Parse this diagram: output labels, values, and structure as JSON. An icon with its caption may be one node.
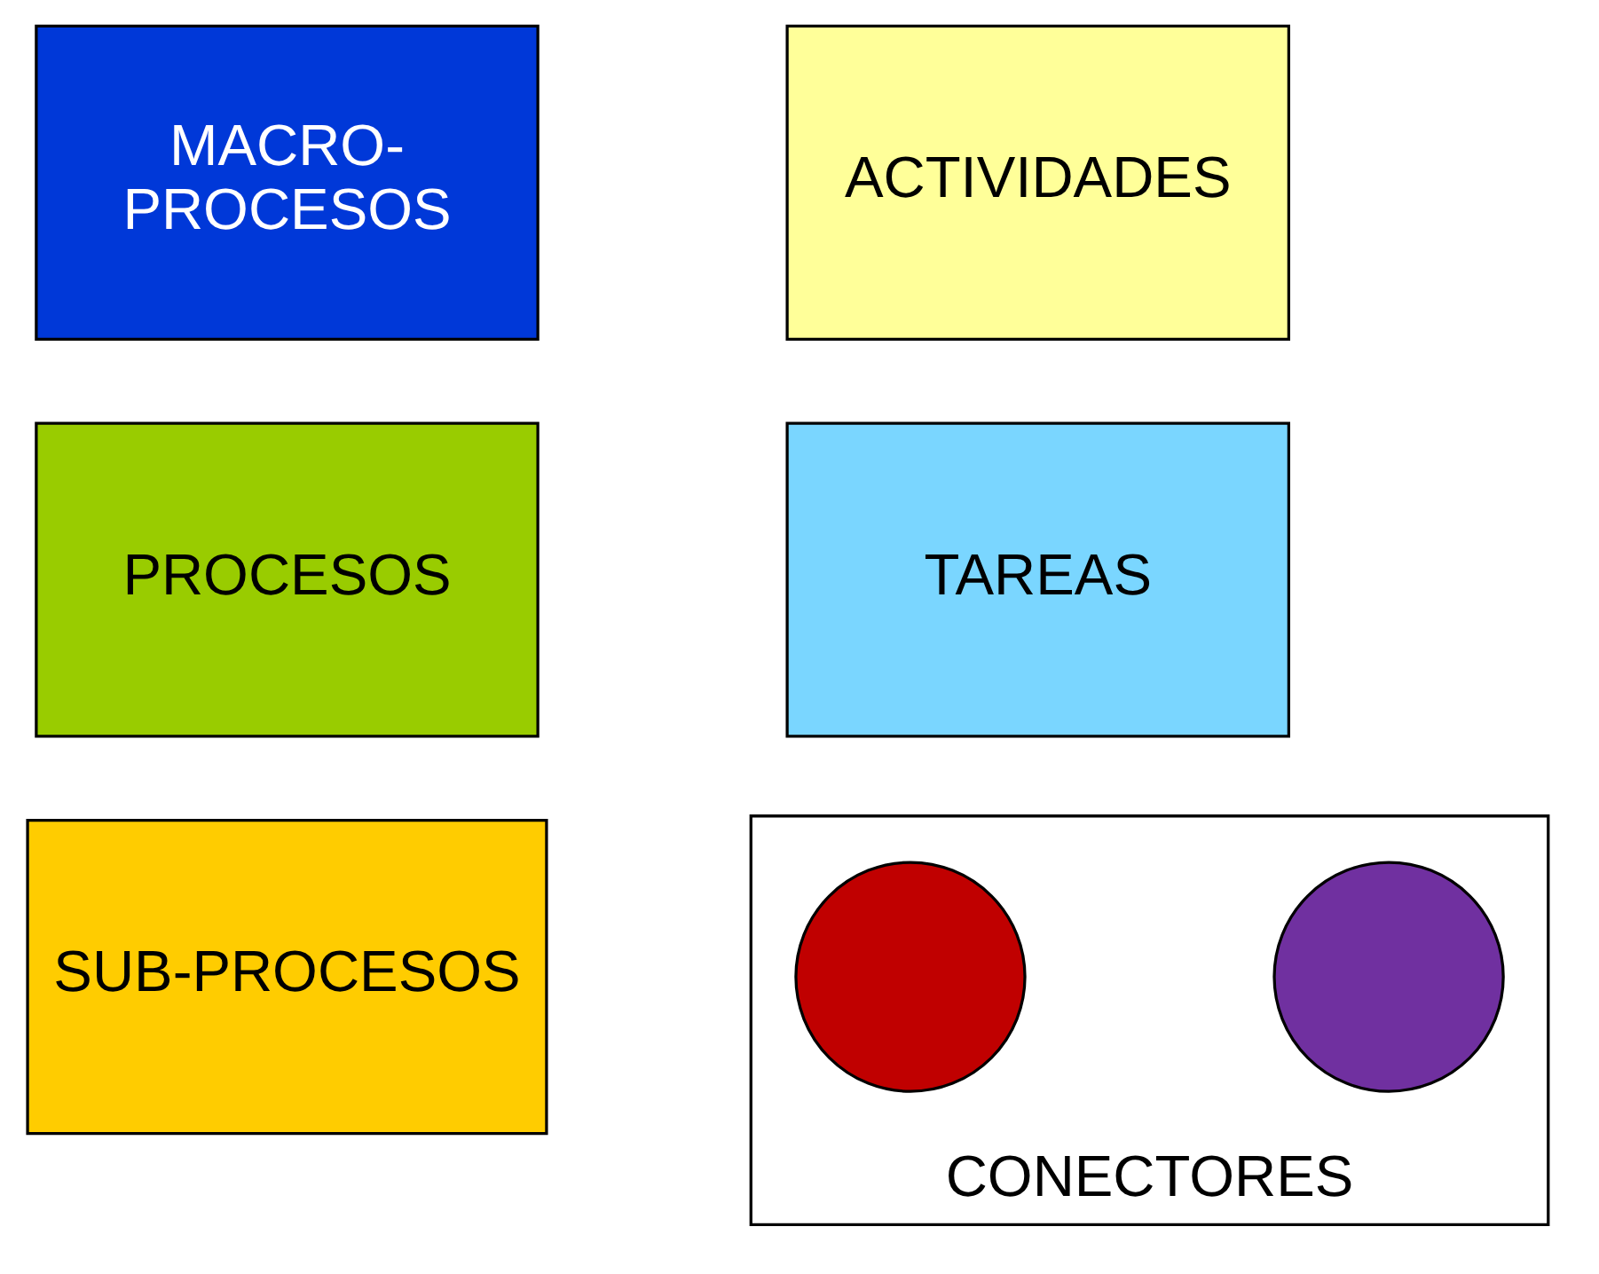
{
  "diagram": {
    "nodes": [
      {
        "text": [
          "MACRO- PROCESOS"
        ]
      },
      {
        "text": [
          "ACTIVIDADES"
        ]
      },
      {
        "text": [
          "PROCESOS"
        ]
      },
      {
        "text": [
          "TAREAS"
        ]
      },
      {
        "text": [
          "SUB-PROCESOS"
        ]
      },
      {
        "text": [
          "CONECTORES"
        ]
      },
      {
        "text": [],
        "shape": "circle",
        "in": 5
      },
      {
        "text": [],
        "shape": "circle",
        "in": 5
      }
    ],
    "edges": []
  }
}
